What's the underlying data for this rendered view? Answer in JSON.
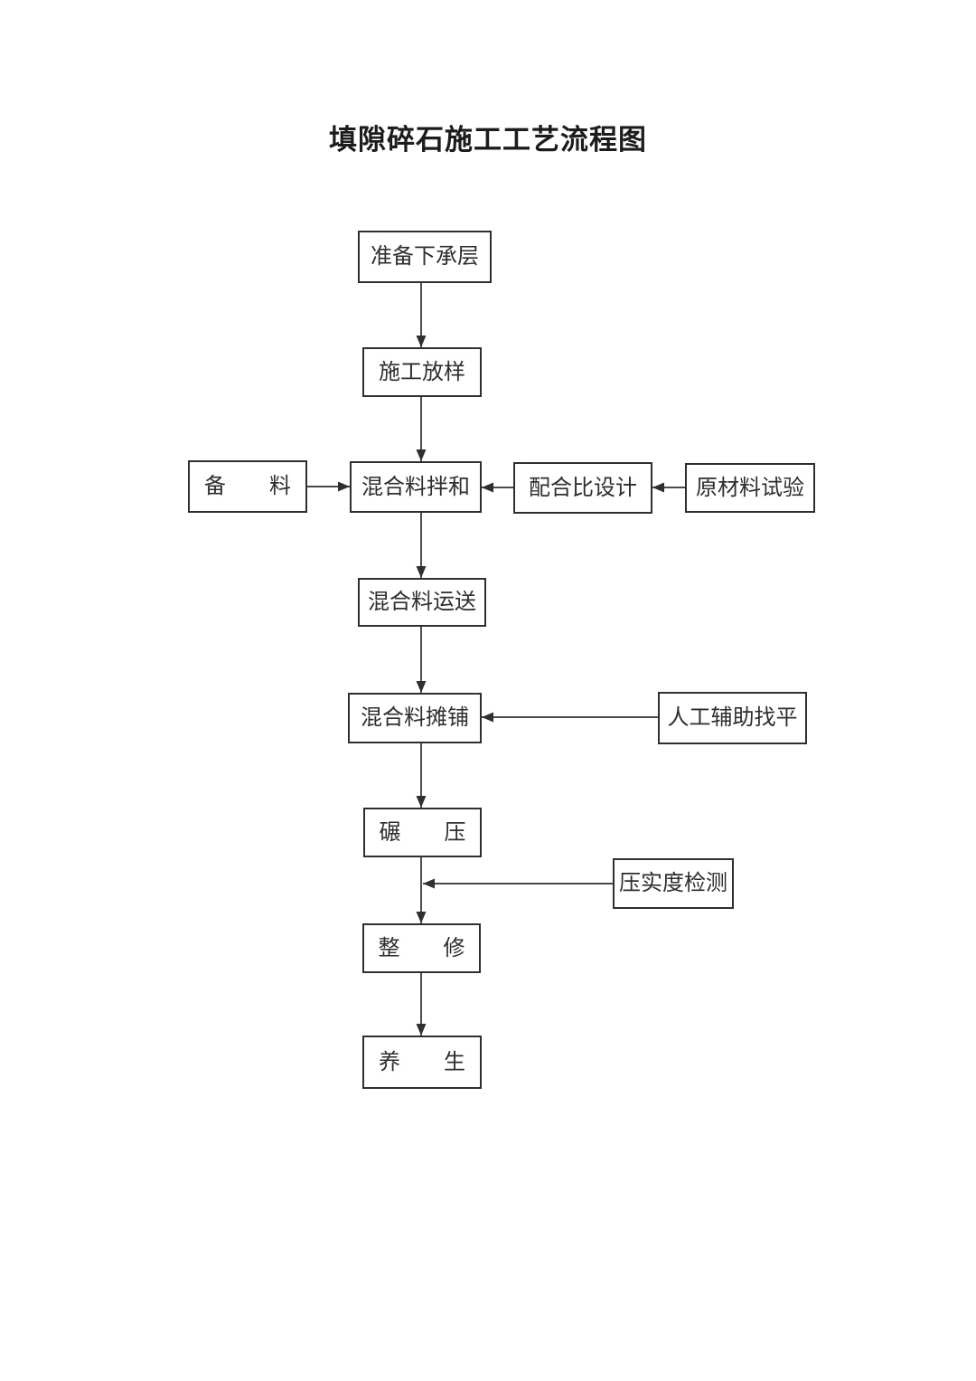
{
  "title": "填隙碎石施工工艺流程图",
  "nodes": {
    "prepare_subgrade": {
      "label": "准备下承层"
    },
    "setting_out": {
      "label": "施工放样"
    },
    "material_prep": {
      "label": "备　　料"
    },
    "mixture_blending": {
      "label": "混合料拌和"
    },
    "mix_ratio_design": {
      "label": "配合比设计"
    },
    "raw_material_test": {
      "label": "原材料试验"
    },
    "mixture_transport": {
      "label": "混合料运送"
    },
    "mixture_paving": {
      "label": "混合料摊铺"
    },
    "manual_leveling": {
      "label": "人工辅助找平"
    },
    "rolling": {
      "label": "碾　　压"
    },
    "compaction_test": {
      "label": "压实度检测"
    },
    "trimming": {
      "label": "整　　修"
    },
    "curing": {
      "label": "养　　生"
    }
  },
  "colors": {
    "background": "#ffffff",
    "line": "#2f2f2f",
    "box_border": "#2f2f2f",
    "text": "#2e2e2e",
    "title_text": "#1c1c1c"
  }
}
